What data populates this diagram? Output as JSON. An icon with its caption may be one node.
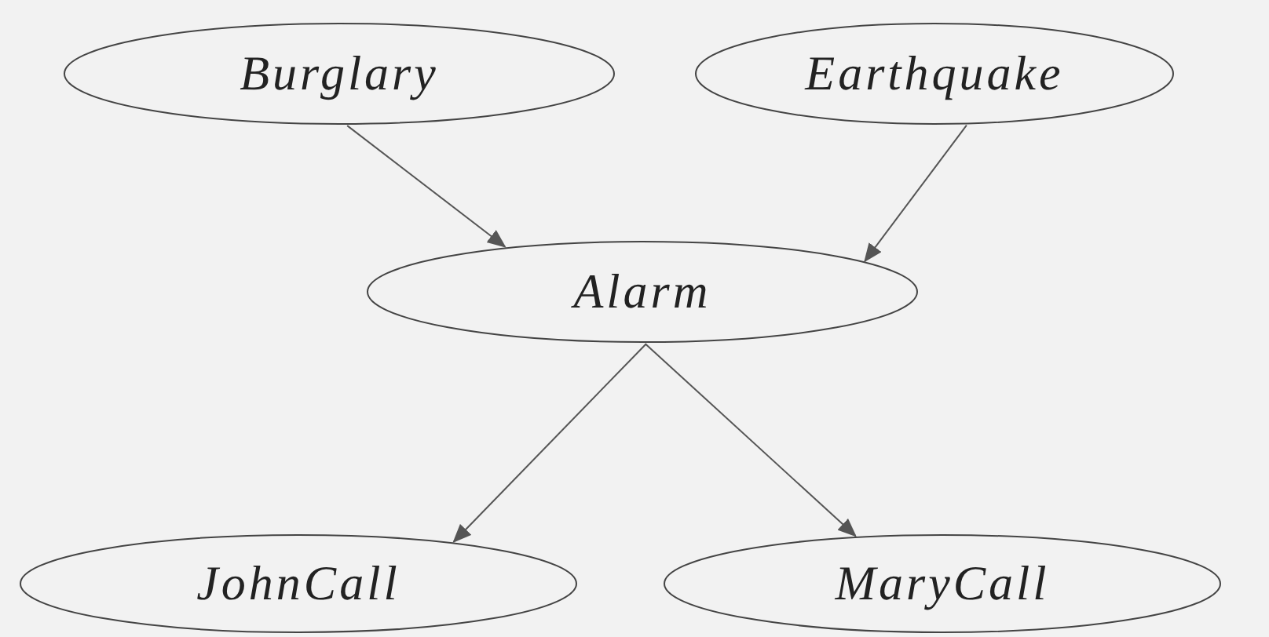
{
  "diagram": {
    "nodes": [
      {
        "text": [
          "Burglary"
        ]
      },
      {
        "text": [
          "Earthquake"
        ]
      },
      {
        "text": [
          "Alarm"
        ]
      },
      {
        "text": [
          "JohnCall"
        ]
      },
      {
        "text": [
          "MaryCall"
        ]
      }
    ],
    "edges": [
      {
        "from": 0,
        "to": 2,
        "arrow": "to"
      },
      {
        "from": 1,
        "to": 2,
        "arrow": "to"
      },
      {
        "from": 2,
        "to": 3,
        "arrow": "to"
      },
      {
        "from": 2,
        "to": 4,
        "arrow": "to"
      }
    ]
  }
}
